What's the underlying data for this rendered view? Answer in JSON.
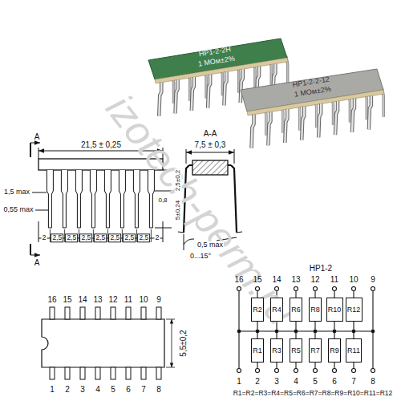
{
  "diagram": {
    "nodes": [
      {
        "text": [
          "R2"
        ]
      },
      {
        "text": [
          "R4"
        ]
      },
      {
        "text": [
          "R6"
        ]
      },
      {
        "text": [
          "R8"
        ]
      },
      {
        "text": [
          "R10"
        ]
      },
      {
        "text": [
          "R12"
        ]
      },
      {
        "text": [
          "R1"
        ]
      },
      {
        "text": [
          "R3"
        ]
      },
      {
        "text": [
          "R5"
        ]
      },
      {
        "text": [
          "R7"
        ]
      },
      {
        "text": [
          "R9"
        ]
      },
      {
        "text": [
          "R11"
        ]
      }
    ],
    "labels": [
      "izotech-perm.ru",
      "НР1-2-2Н",
      "1 МОм±2%",
      "НР1-2-2-12",
      "1 МОм±2%",
      "A",
      "21,5 ± 0,25",
      "A-A",
      "7,5 ± 0,3",
      "1,5 max",
      "0,55 max",
      "2,5±0,2",
      "0,8",
      "5±0,24",
      "2",
      "2,5",
      "2,5",
      "2,5",
      "2,5",
      "2,5",
      "2,5",
      "2,5",
      "2",
      "0,5 max",
      "0...15°",
      "A",
      "16",
      "15",
      "14",
      "13",
      "12",
      "11",
      "10",
      "9",
      "1",
      "2",
      "3",
      "4",
      "5",
      "6",
      "7",
      "8",
      "5,5±0,2",
      "НР1-2",
      "16",
      "15",
      "14",
      "13",
      "12",
      "11",
      "10",
      "9",
      "1",
      "2",
      "3",
      "4",
      "5",
      "6",
      "7",
      "8",
      "R1=R2=R3=R4=R5=R6=R7=R8=R9=R10=R11=R12"
    ]
  }
}
